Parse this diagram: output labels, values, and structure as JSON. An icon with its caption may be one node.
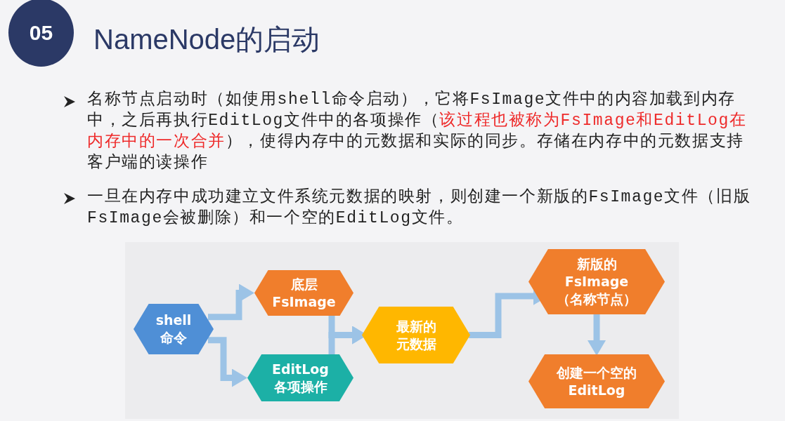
{
  "diagram": {
    "title": "NameNode的启动",
    "nodes": [
      {
        "text": [
          "05"
        ]
      },
      {
        "text": [
          "shell 命令"
        ]
      },
      {
        "text": [
          "底层 FsImage"
        ]
      },
      {
        "text": [
          "EditLog 各项操作"
        ]
      },
      {
        "text": [
          "最新的元数据"
        ]
      },
      {
        "text": [
          "新版的 FsImage （名称节点）"
        ]
      },
      {
        "text": [
          "创建一个空的 EditLog"
        ]
      }
    ],
    "edges": [
      {
        "from": 1,
        "to": 2,
        "arrow": "to"
      },
      {
        "from": 1,
        "to": 3,
        "arrow": "to"
      },
      {
        "from": 2,
        "to": 4,
        "arrow": "to"
      },
      {
        "from": 3,
        "to": 4,
        "arrow": "to"
      },
      {
        "from": 4,
        "to": 5,
        "arrow": "to"
      },
      {
        "from": 5,
        "to": 6,
        "arrow": "to"
      }
    ],
    "labels": [
      "名称节点启动时（如使用shell命令启动），它将FsImage文件中的内容加载到内存中，之后再执行EditLog文件中的各项操作（",
      "该过程也被称为FsImage和EditLog在内存中的一次合并",
      "），使得内存中的元数据和实际的同步。存储在内存中的元数据支持客户端的读操作",
      "一旦在内存中成功建立文件系统元数据的映射，则创建一个新版的FsImage文件（旧版FsImage会被删除）和一个空的EditLog文件。"
    ]
  }
}
